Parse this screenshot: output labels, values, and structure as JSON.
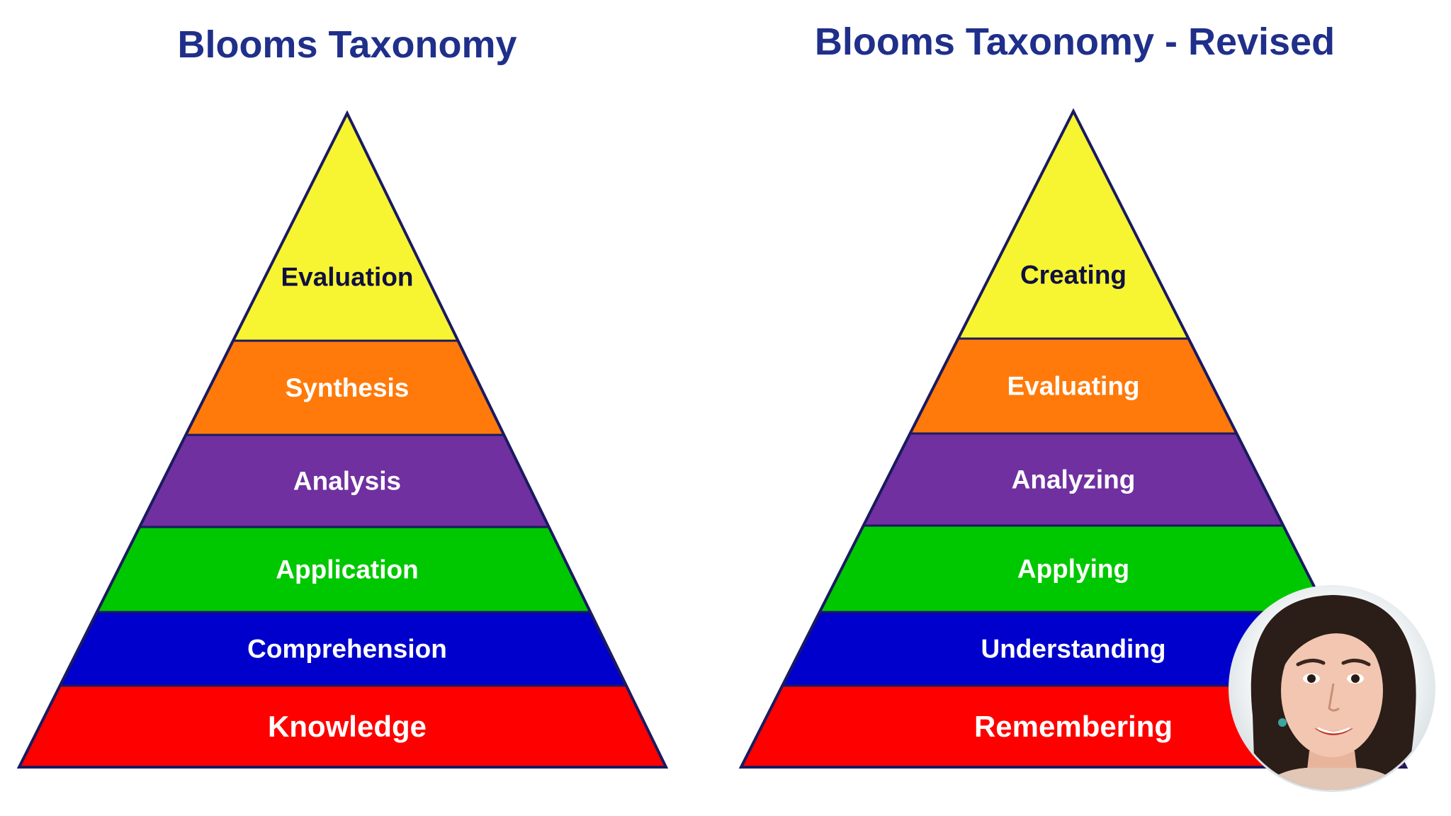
{
  "colors": {
    "yellow": "#f7f532",
    "orange": "#ff7a0a",
    "purple": "#7030a0",
    "green": "#00c800",
    "blue": "#0000cc",
    "red": "#ff0000",
    "title_blue": "#1f2f8a",
    "dark_text": "#101040",
    "light_text": "#ffffff"
  },
  "pyramids": [
    {
      "title": "Blooms Taxonomy",
      "tiers_top_to_bottom": [
        {
          "label": "Evaluation",
          "color": "#f7f532",
          "text_color": "#101040"
        },
        {
          "label": "Synthesis",
          "color": "#ff7a0a",
          "text_color": "#ffffff"
        },
        {
          "label": "Analysis",
          "color": "#7030a0",
          "text_color": "#ffffff"
        },
        {
          "label": "Application",
          "color": "#00c800",
          "text_color": "#ffffff"
        },
        {
          "label": "Comprehension",
          "color": "#0000cc",
          "text_color": "#ffffff"
        },
        {
          "label": "Knowledge",
          "color": "#ff0000",
          "text_color": "#ffffff"
        }
      ]
    },
    {
      "title": "Blooms Taxonomy - Revised",
      "tiers_top_to_bottom": [
        {
          "label": "Creating",
          "color": "#f7f532",
          "text_color": "#101040"
        },
        {
          "label": "Evaluating",
          "color": "#ff7a0a",
          "text_color": "#ffffff"
        },
        {
          "label": "Analyzing",
          "color": "#7030a0",
          "text_color": "#ffffff"
        },
        {
          "label": "Applying",
          "color": "#00c800",
          "text_color": "#ffffff"
        },
        {
          "label": "Understanding",
          "color": "#0000cc",
          "text_color": "#ffffff"
        },
        {
          "label": "Remembering",
          "color": "#ff0000",
          "text_color": "#ffffff"
        }
      ]
    }
  ],
  "presenter": {
    "avatar_icon": "presenter-avatar-icon"
  }
}
